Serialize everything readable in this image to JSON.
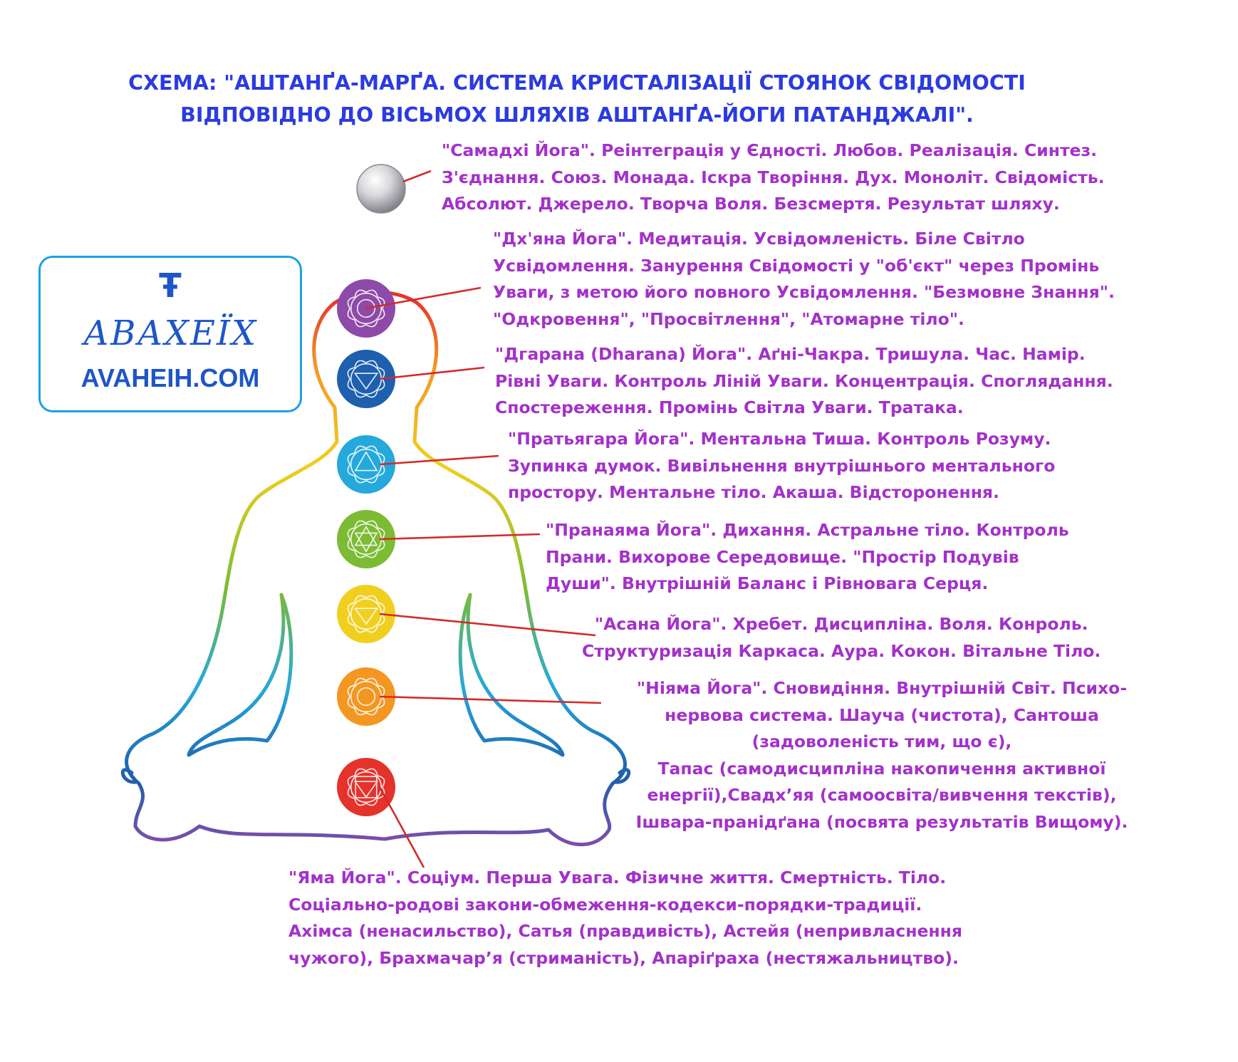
{
  "title": {
    "line1": "СХЕМА: \"АШТАНҐА-МАРҐА. СИСТЕМА КРИСТАЛІЗАЦІЇ СТОЯНОК СВІДОМОСТІ",
    "line2": "ВІДПОВІДНО ДО ВІСЬМОХ ШЛЯХІВ АШТАНҐА-ЙОГИ ПАТАНДЖАЛІ\"."
  },
  "logo": {
    "glyph": "Ŧ",
    "script": "АВАХЕЇХ",
    "url": "AVAHEIH.COM"
  },
  "colors": {
    "title": "#2b3be0",
    "label": "#a431c9",
    "connector": "#d42a2a",
    "logo": "#1e56c8",
    "logo_border": "#1ea0e4"
  },
  "chakras": [
    {
      "name": "crown-chakra",
      "color": "#8e4aa8",
      "icon": "lotus-circle-icon"
    },
    {
      "name": "third-eye-chakra",
      "color": "#1e5fae",
      "icon": "triangle-lotus-icon"
    },
    {
      "name": "throat-chakra",
      "color": "#25a9dc",
      "icon": "star-triangle-icon"
    },
    {
      "name": "heart-chakra",
      "color": "#7cbb34",
      "icon": "hexagram-icon"
    },
    {
      "name": "solar-chakra",
      "color": "#f1cf1f",
      "icon": "triangle-lotus-icon"
    },
    {
      "name": "sacral-chakra",
      "color": "#f39722",
      "icon": "lotus-circle-icon"
    },
    {
      "name": "root-chakra",
      "color": "#e5322a",
      "icon": "square-triangle-icon"
    }
  ],
  "labels": {
    "samadhi": [
      "\"Самадхі Йога\". Реінтеграція у Єдності. Любов. Реалізація. Синтез.",
      "З'єднання. Союз. Монада. Іскра Творіння. Дух. Моноліт. Свідомість.",
      "Абсолют. Джерело. Творча Воля. Безсмертя. Результат шляху."
    ],
    "dhyana": [
      "\"Дх'яна Йога\". Медитація. Усвідомленість. Біле Світло",
      "Усвідомлення. Занурення Свідомості у \"об'єкт\" через Промінь",
      "Уваги, з метою його повного Усвідомлення. \"Безмовне Знання\".",
      "\"Одкровення\", \"Просвітлення\", \"Атомарне тіло\"."
    ],
    "dharana": [
      "\"Дгарана (Dharana) Йога\". Аґні-Чакра. Тришула. Час. Намір.",
      "Рівні Уваги. Контроль Ліній Уваги. Концентрація. Споглядання.",
      "Спостереження. Промінь Світла Уваги. Тратака."
    ],
    "pratyahara": [
      "\"Пратьягара Йога\". Ментальна Тиша. Контроль Розуму.",
      "Зупинка думок. Вивільнення внутрішнього ментального",
      "простору. Ментальне тіло. Акаша. Відсторонення."
    ],
    "pranayama": [
      "\"Пранаяма Йога\". Дихання. Астральне тіло. Контроль",
      "Прани. Вихорове Середовище. \"Простір Подувів",
      "Души\". Внутрішній Баланс і Рівновага Серця."
    ],
    "asana": [
      "\"Асана Йога\". Хребет. Дисципліна. Воля. Конроль.",
      "Структуризація Каркаса. Аура. Кокон. Вітальне Тіло."
    ],
    "niyama": [
      "\"Ніяма Йога\". Сновидіння. Внутрішній Світ. Психо-",
      "нервова система.  Шауча (чистота), Сантоша",
      "(задоволеність тим, що є),",
      "Тапас (самодисципліна накопичення активної",
      "енергії),Свадх’яя (самоосвіта/вивчення текстів),",
      "Ішвара-пранідґана (посвята результатів Вищому)."
    ],
    "yama": [
      "\"Яма Йога\". Соціум. Перша Увага. Фізичне життя. Смертність. Тіло.",
      "Соціально-родові закони-обмеження-кодекси-порядки-традиції.",
      "Ахімса (ненасильство), Сатья (правдивість), Астейя (непривласнення",
      "чужого), Брахмачар’я (стриманість), Апаріґраха (нестяжальництво)."
    ]
  }
}
